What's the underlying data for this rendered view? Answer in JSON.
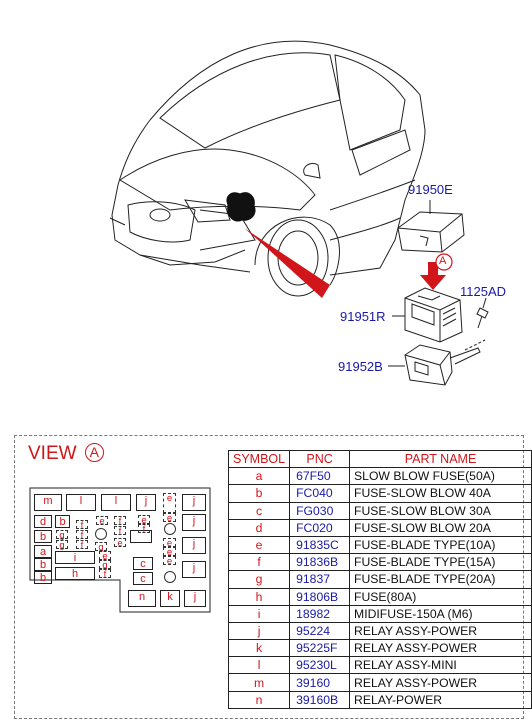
{
  "colors": {
    "callout": "#d0161b",
    "part_number": "#1a1aa6"
  },
  "parts": {
    "cover": "91950E",
    "bolt": "1125AD",
    "fuse_block": "91951R",
    "bracket": "91952B",
    "arrow_ref": "A"
  },
  "view": {
    "label": "VIEW",
    "ref": "A"
  },
  "table": {
    "headers": [
      "SYMBOL",
      "PNC",
      "PART NAME"
    ],
    "rows": [
      {
        "symbol": "a",
        "pnc": "67F50",
        "name": "SLOW BLOW FUSE(50A)"
      },
      {
        "symbol": "b",
        "pnc": "FC040",
        "name": "FUSE-SLOW BLOW 40A"
      },
      {
        "symbol": "c",
        "pnc": "FG030",
        "name": "FUSE-SLOW BLOW 30A"
      },
      {
        "symbol": "d",
        "pnc": "FC020",
        "name": "FUSE-SLOW BLOW 20A"
      },
      {
        "symbol": "e",
        "pnc": "91835C",
        "name": "FUSE-BLADE TYPE(10A)"
      },
      {
        "symbol": "f",
        "pnc": "91836B",
        "name": "FUSE-BLADE TYPE(15A)"
      },
      {
        "symbol": "g",
        "pnc": "91837",
        "name": "FUSE-BLADE TYPE(20A)"
      },
      {
        "symbol": "h",
        "pnc": "91806B",
        "name": "FUSE(80A)"
      },
      {
        "symbol": "i",
        "pnc": "18982",
        "name": "MIDIFUSE-150A (M6)"
      },
      {
        "symbol": "j",
        "pnc": "95224",
        "name": "RELAY ASSY-POWER"
      },
      {
        "symbol": "k",
        "pnc": "95225F",
        "name": "RELAY ASSY-POWER"
      },
      {
        "symbol": "l",
        "pnc": "95230L",
        "name": "RELAY ASSY-MINI"
      },
      {
        "symbol": "m",
        "pnc": "39160",
        "name": "RELAY ASSY-POWER"
      },
      {
        "symbol": "n",
        "pnc": "39160B",
        "name": "RELAY-POWER"
      }
    ]
  },
  "layout_labels": {
    "m": "m",
    "l": "l",
    "j": "j",
    "d": "d",
    "b": "b",
    "a": "a",
    "i": "i",
    "h": "h",
    "c": "c",
    "n": "n",
    "k": "k",
    "e": "e",
    "f": "f",
    "g": "g"
  }
}
